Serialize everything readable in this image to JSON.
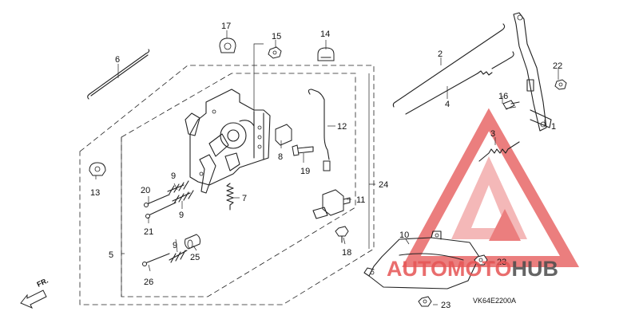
{
  "diagram": {
    "code": "VK64E2200A",
    "direction_label": "FR.",
    "callouts": {
      "p1": "1",
      "p2": "2",
      "p3": "3",
      "p4": "4",
      "p5": "5",
      "p6": "6",
      "p7": "7",
      "p8": "8",
      "p9a": "9",
      "p9b": "9",
      "p9c": "9",
      "p10": "10",
      "p11": "11",
      "p12": "12",
      "p13": "13",
      "p14": "14",
      "p15": "15",
      "p16": "16",
      "p17": "17",
      "p18": "18",
      "p19": "19",
      "p20": "20",
      "p21": "21",
      "p22": "22",
      "p23a": "23",
      "p23b": "23",
      "p24": "24",
      "p25": "25",
      "p26": "26"
    }
  },
  "watermark": {
    "text_light": "AUTOMOTO",
    "text_dark": "HUB",
    "color_light": "#e55353",
    "color_dark": "#4a4a4a",
    "logo_color": "#e55353"
  }
}
